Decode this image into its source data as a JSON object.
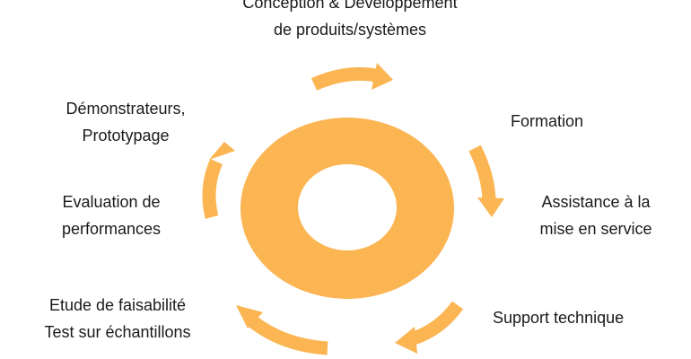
{
  "colors": {
    "ring": "#fbb552",
    "arrow": "#fbb552",
    "hole": "#ffffff",
    "text": "#1a1a1a"
  },
  "steps": [
    {
      "lines": [
        "Conception & Développement",
        "de produits/systèmes"
      ]
    },
    {
      "lines": [
        "Formation"
      ]
    },
    {
      "lines": [
        "Assistance à la",
        "mise en service"
      ]
    },
    {
      "lines": [
        "Support technique"
      ]
    },
    {
      "lines": [
        "Etude de faisabilité",
        "Test sur échantillons"
      ]
    },
    {
      "lines": [
        "Evaluation de",
        "performances"
      ]
    },
    {
      "lines": [
        "Démonstrateurs,",
        "Prototypage"
      ]
    }
  ]
}
